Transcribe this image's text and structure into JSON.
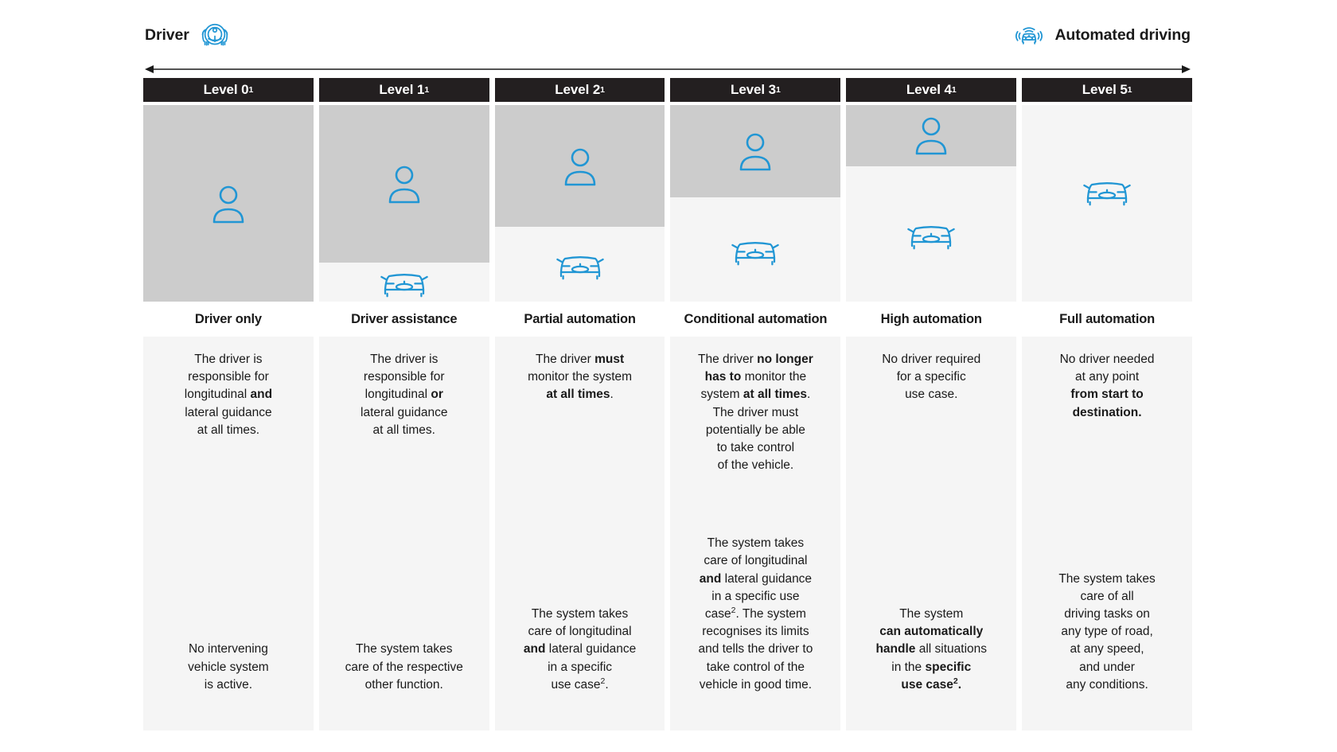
{
  "header": {
    "left_label": "Driver",
    "left_icon": "steering-wheel-hands-icon",
    "right_label": "Automated driving",
    "right_icon": "car-sensor-waves-icon",
    "arrow": "bidirectional-axis-arrow"
  },
  "colors": {
    "accent": "#2196d4",
    "header_bar": "#231f20",
    "gray_block": "#cccccc",
    "panel_bg": "#f5f5f5",
    "text": "#1a1a1a",
    "page_bg": "#ffffff"
  },
  "columns": [
    {
      "level": "Level 0",
      "footnote": "1",
      "title": "Driver only",
      "gray_fraction": 100,
      "icons": {
        "person": true,
        "car": false
      },
      "top_html": "The driver is<br>responsible for<br>longitudinal <b>and</b><br>lateral guidance<br>at all times.",
      "bottom_html": "No intervening<br>vehicle system<br>is active."
    },
    {
      "level": "Level 1",
      "footnote": "1",
      "title": "Driver assistance",
      "gray_fraction": 80,
      "icons": {
        "person": true,
        "car": true
      },
      "top_html": "The driver is<br>responsible for<br>longitudinal <b>or</b><br>lateral guidance<br>at all times.",
      "bottom_html": "The system takes<br>care of the respective<br>other function."
    },
    {
      "level": "Level 2",
      "footnote": "1",
      "title": "Partial automation",
      "gray_fraction": 62,
      "icons": {
        "person": true,
        "car": true
      },
      "top_html": "The driver <b>must</b><br>monitor the system<br><b>at all times</b>.",
      "bottom_html": "The system takes<br>care of longitudinal<br><b>and</b> lateral guidance<br>in a specific<br>use case<sup>2</sup>."
    },
    {
      "level": "Level 3",
      "footnote": "1",
      "title": "Conditional automation",
      "gray_fraction": 47,
      "icons": {
        "person": true,
        "car": true
      },
      "top_html": "The driver <b>no longer</b><br><b>has to</b> monitor the<br>system <b>at all times</b>.<br>The driver must<br>potentially be able<br>to take control<br>of the vehicle.",
      "bottom_html": "The system takes<br>care of longitudinal<br><b>and</b> lateral guidance<br>in a specific use<br>case<sup>2</sup>. The system<br>recognises its limits<br>and tells the driver to<br>take control of the<br>vehicle in good time."
    },
    {
      "level": "Level 4",
      "footnote": "1",
      "title": "High automation",
      "gray_fraction": 31,
      "icons": {
        "person": true,
        "car": true
      },
      "top_html": "No driver required<br>for a specific<br>use case.",
      "bottom_html": "The system<br><b>can automatically</b><br><b>handle</b> all situations<br>in the <b>specific</b><br><b>use case<sup>2</sup>.</b>"
    },
    {
      "level": "Level 5",
      "footnote": "1",
      "title": "Full automation",
      "gray_fraction": 0,
      "icons": {
        "person": false,
        "car": true
      },
      "top_html": "No driver needed<br>at any point<br><b>from start to</b><br><b>destination.</b>",
      "bottom_html": "The system takes<br>care of all<br>driving tasks on<br>any type of road,<br>at any speed,<br>and under<br>any conditions."
    }
  ]
}
